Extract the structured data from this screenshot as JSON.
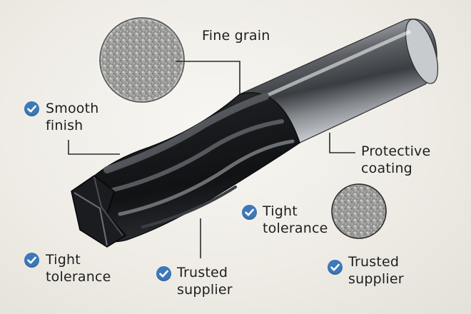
{
  "labels": {
    "fine_grain": "Fine grain",
    "smooth_finish": [
      "Smooth",
      "finish"
    ],
    "protective_coating": [
      "Protective",
      "coating"
    ],
    "tight_tolerance_left": [
      "Tight",
      "tolerance"
    ],
    "tight_tolerance_mid": [
      "Tight",
      "tolerance"
    ],
    "trusted_supplier_mid": [
      "Trusted",
      "supplier"
    ],
    "trusted_supplier_right": [
      "Trusted",
      "supplier"
    ]
  },
  "icons": {
    "check": "check-circle-icon",
    "grain": "grain-texture-icon"
  },
  "colors": {
    "check_blue": "#3d78b8",
    "tool_black": "#1a1b1e",
    "shank_steel": "#9a9ea3",
    "background": "#efece6"
  }
}
